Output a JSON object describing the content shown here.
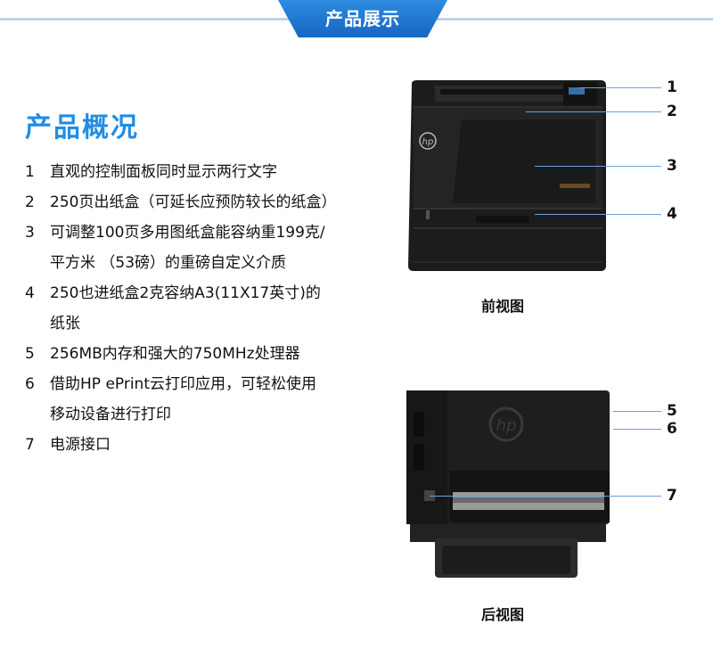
{
  "header": {
    "banner": "产品展示"
  },
  "overview": {
    "title": "产品概况",
    "features": [
      {
        "num": "1",
        "text": "直观的控制面板同时显示两行文字"
      },
      {
        "num": "2",
        "text": "250页出纸盒（可延长应预防较长的纸盒）"
      },
      {
        "num": "3",
        "text": "可调整100页多用图纸盒能容纳重199克/\n平方米 （53磅）的重磅自定义介质"
      },
      {
        "num": "4",
        "text": "250也进纸盒2克容纳A3(11X17英寸)的\n纸张"
      },
      {
        "num": "5",
        "text": "256MB内存和强大的750MHz处理器"
      },
      {
        "num": "6",
        "text": "借助HP ePrint云打印应用，可轻松使用\n移动设备进行打印"
      },
      {
        "num": "7",
        "text": "电源接口"
      }
    ]
  },
  "front_view": {
    "label": "前视图",
    "callouts": [
      "1",
      "2",
      "3",
      "4"
    ]
  },
  "rear_view": {
    "label": "后视图",
    "callouts": [
      "5",
      "6",
      "7"
    ]
  },
  "colors": {
    "accent": "#1f8de6",
    "banner": "#1a72cf",
    "callout_line": "#6aa2d8"
  }
}
